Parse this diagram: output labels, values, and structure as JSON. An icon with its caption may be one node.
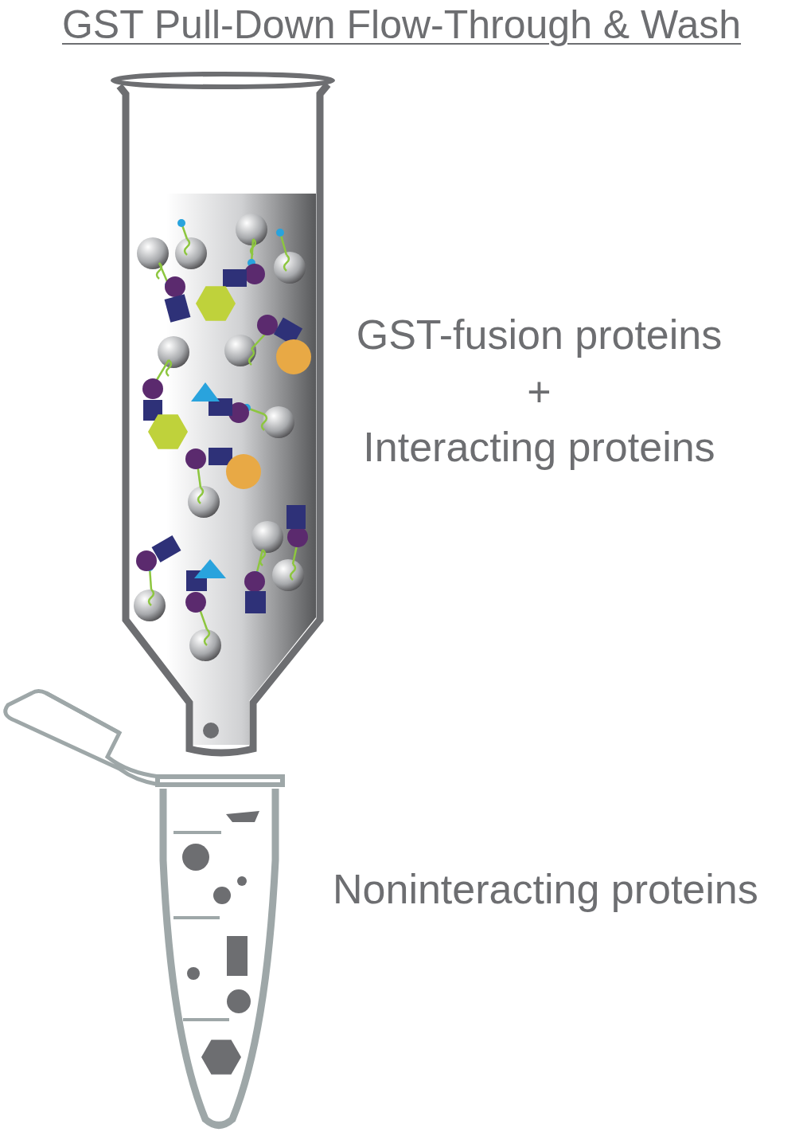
{
  "diagram": {
    "title": "GST Pull-Down Flow-Through & Wash",
    "labels": [
      "GST-fusion proteins",
      "+",
      "Interacting proteins",
      "Noninteracting proteins"
    ]
  }
}
